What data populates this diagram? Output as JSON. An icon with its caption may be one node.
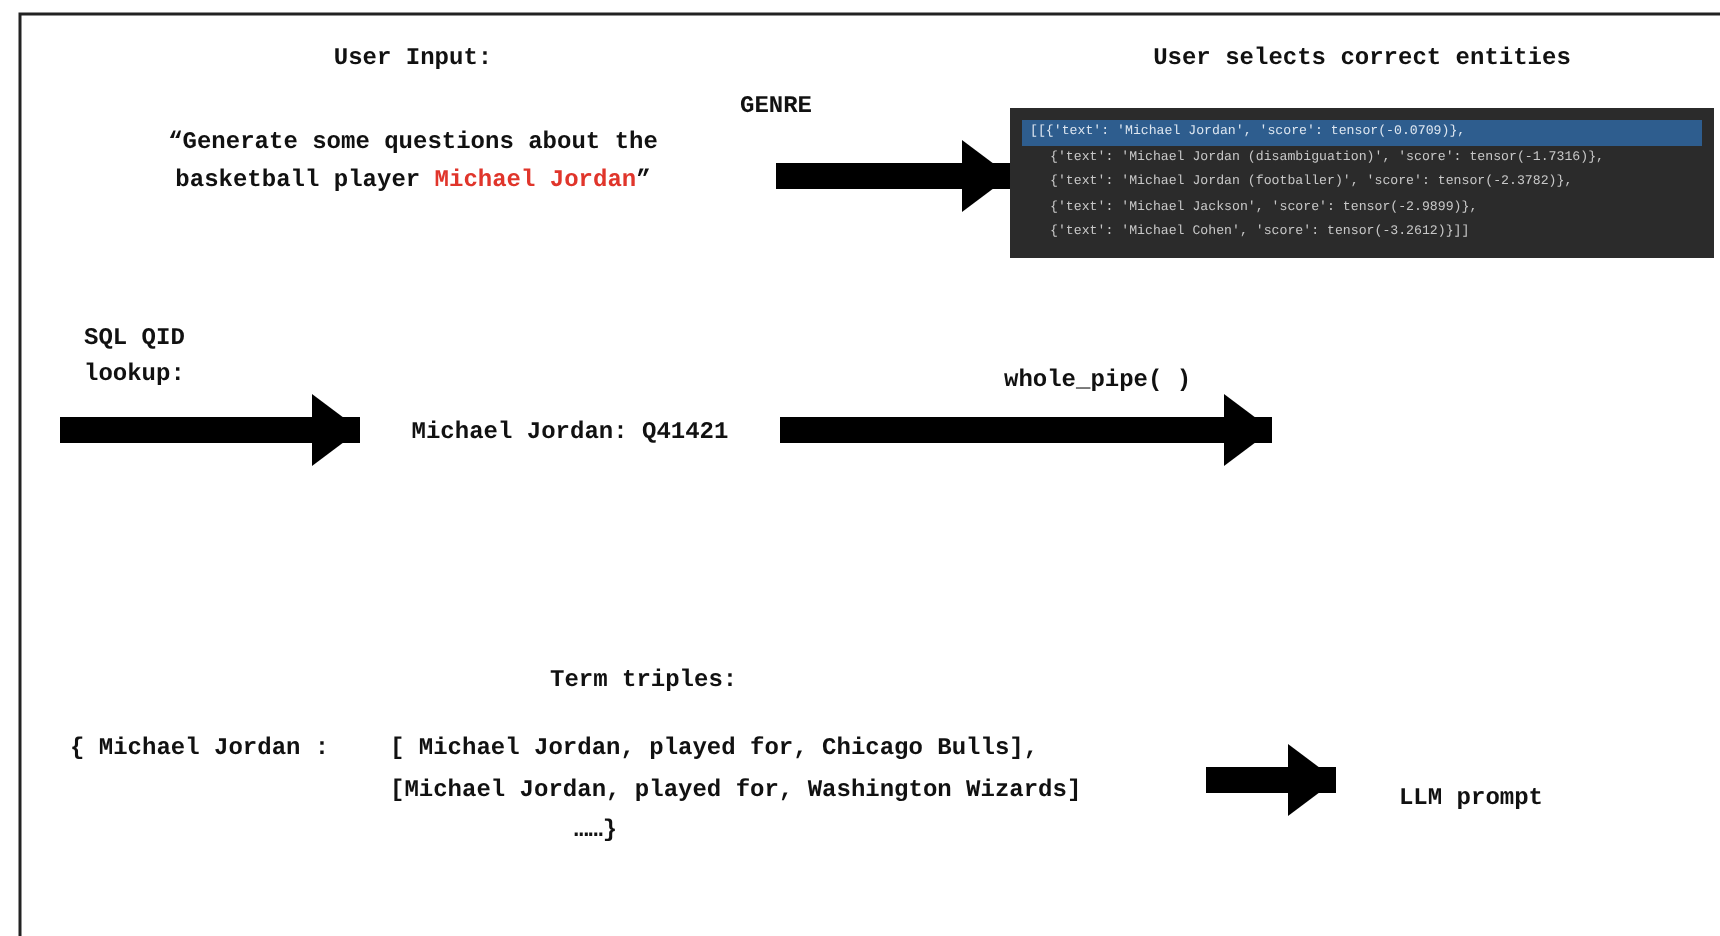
{
  "diagram": {
    "nodes": [
      {
        "text": [
          "User Input:",
          "“Generate some questions about the basketball player",
          "Michael Jordan",
          "”"
        ]
      },
      {
        "text": [
          "User selects correct entities",
          "[[{'text': 'Michael Jordan', 'score': tensor(-0.0709)},",
          "{'text': 'Michael Jordan (disambiguation)', 'score': tensor(-1.7316)},",
          "{'text': 'Michael Jordan (footballer)', 'score': tensor(-2.3782)},",
          "{'text': 'Michael Jackson', 'score': tensor(-2.9899)},",
          "{'text': 'Michael Cohen', 'score': tensor(-3.2612)}]]"
        ]
      },
      {
        "text": [
          "Michael Jordan: Q41421"
        ]
      },
      {
        "text": [
          "Term triples:",
          "{ Michael Jordan :",
          "[ Michael Jordan, played for, Chicago Bulls],",
          "[Michael Jordan, played for, Washington Wizards]",
          "……}"
        ]
      },
      {
        "text": [
          "LLM prompt"
        ]
      }
    ],
    "edges": [
      {
        "from": 0,
        "to": 1,
        "arrow": "to",
        "label": "GENRE"
      },
      {
        "from": null,
        "to": 2,
        "arrow": "to",
        "label": "SQL QID lookup:"
      },
      {
        "from": 2,
        "to": null,
        "arrow": "to",
        "label": "whole_pipe( )"
      },
      {
        "from": 3,
        "to": 4,
        "arrow": "to"
      }
    ]
  }
}
